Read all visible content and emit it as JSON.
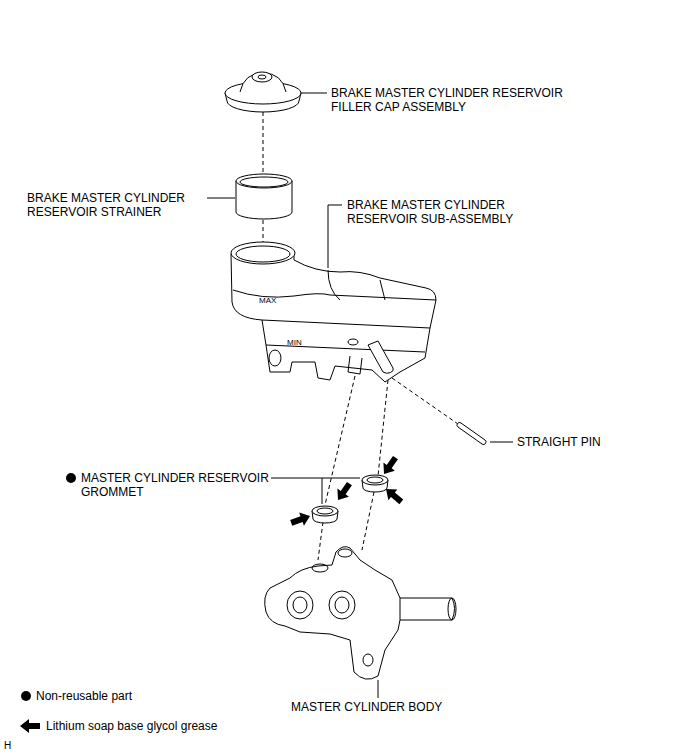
{
  "diagram": {
    "labels": [
      "BRAKE MASTER CYLINDER RESERVOIR FILLER CAP ASSEMBLY",
      "BRAKE MASTER CYLINDER RESERVOIR STRAINER",
      "BRAKE MASTER CYLINDER RESERVOIR SUB-ASSEMBLY",
      "MAX",
      "MIN",
      "STRAIGHT PIN",
      "MASTER CYLINDER RESERVOIR GROMMET",
      "MASTER CYLINDER BODY",
      "H"
    ],
    "legend": [
      {
        "text": "Non-reusable part"
      },
      {
        "text": "Lithium soap base glycol grease"
      }
    ]
  }
}
